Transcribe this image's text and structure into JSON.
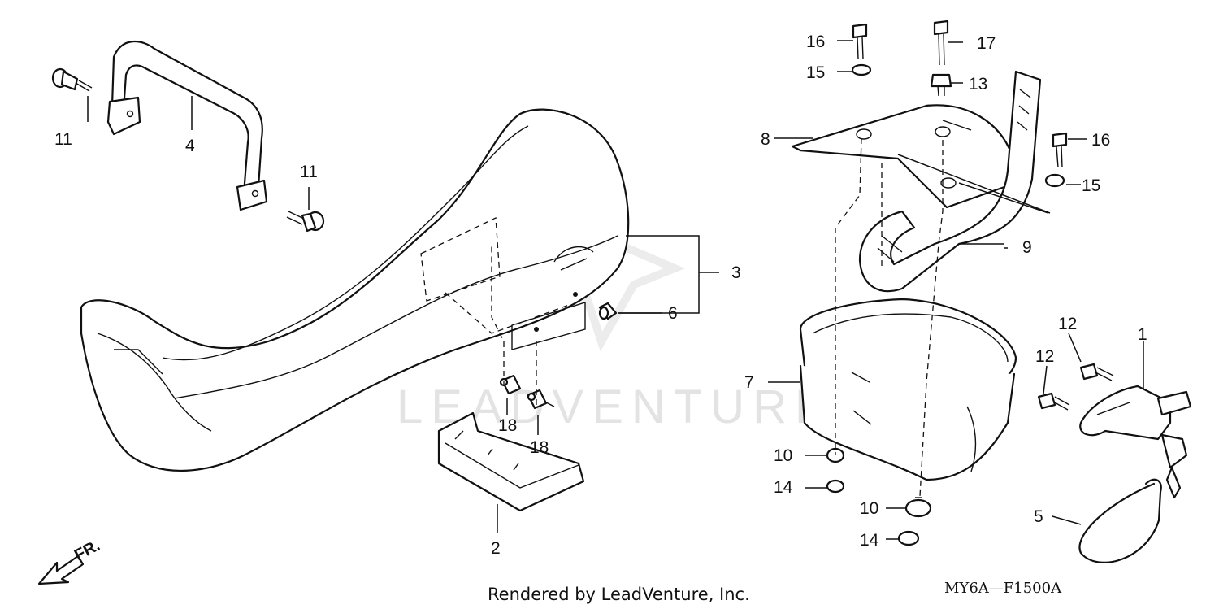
{
  "watermark": "LEADVENTURE",
  "footer": "Rendered by LeadVenture, Inc.",
  "diagram_code": "MY6A—F1500A",
  "front_indicator": "FR.",
  "callouts": {
    "c1": "1",
    "c2": "2",
    "c3": "3",
    "c4": "4",
    "c5": "5",
    "c6": "6",
    "c7": "7",
    "c8": "8",
    "c9": "9",
    "c10a": "10",
    "c10b": "10",
    "c11a": "11",
    "c11b": "11",
    "c12a": "12",
    "c12b": "12",
    "c13": "13",
    "c14a": "14",
    "c14b": "14",
    "c15a": "15",
    "c15b": "15",
    "c16a": "16",
    "c16b": "16",
    "c17": "17",
    "c18a": "18",
    "c18b": "18"
  }
}
